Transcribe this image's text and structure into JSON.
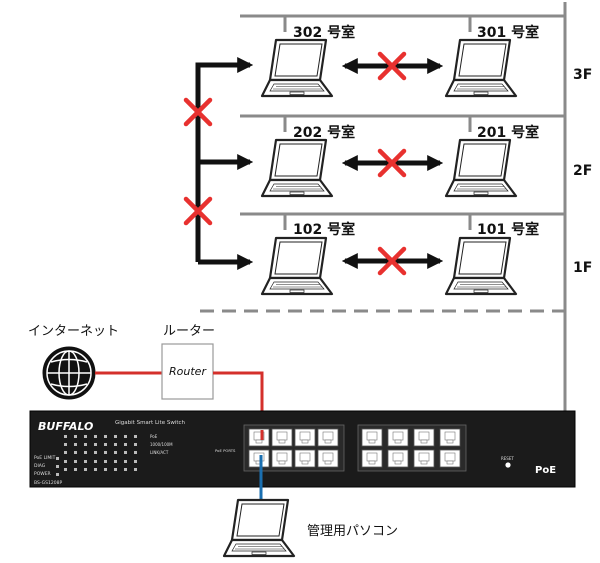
{
  "floors": [
    {
      "label": "3F",
      "rooms": [
        "302 号室",
        "301 号室"
      ]
    },
    {
      "label": "2F",
      "rooms": [
        "202 号室",
        "201 号室"
      ]
    },
    {
      "label": "1F",
      "rooms": [
        "102 号室",
        "101 号室"
      ]
    }
  ],
  "internet_label": "インターネット",
  "router_heading": "ルーター",
  "router_label": "Router",
  "admin_pc_label": "管理用パソコン",
  "switch": {
    "brand": "BUFFALO",
    "title": "Gigabit Smart Lite Switch",
    "model": "BS-GS1208P",
    "poe_badge": "PoE",
    "pwr_limit": "PoE LIMIT",
    "diag": "DIAG",
    "power": "POWER",
    "poe_ports_label": "PoE PORTS",
    "reset": "RESET",
    "legend_poe": "PoE",
    "legend_speed": "1000/100M",
    "legend_link": "LINK/ACT"
  },
  "colors": {
    "building_line": "#8a8a8a",
    "arrow": "#111111",
    "blocked_x": "#e8312f",
    "internet_cable": "#d4302b",
    "admin_cable": "#1a6fb0",
    "switch_body": "#1b1b1b"
  }
}
